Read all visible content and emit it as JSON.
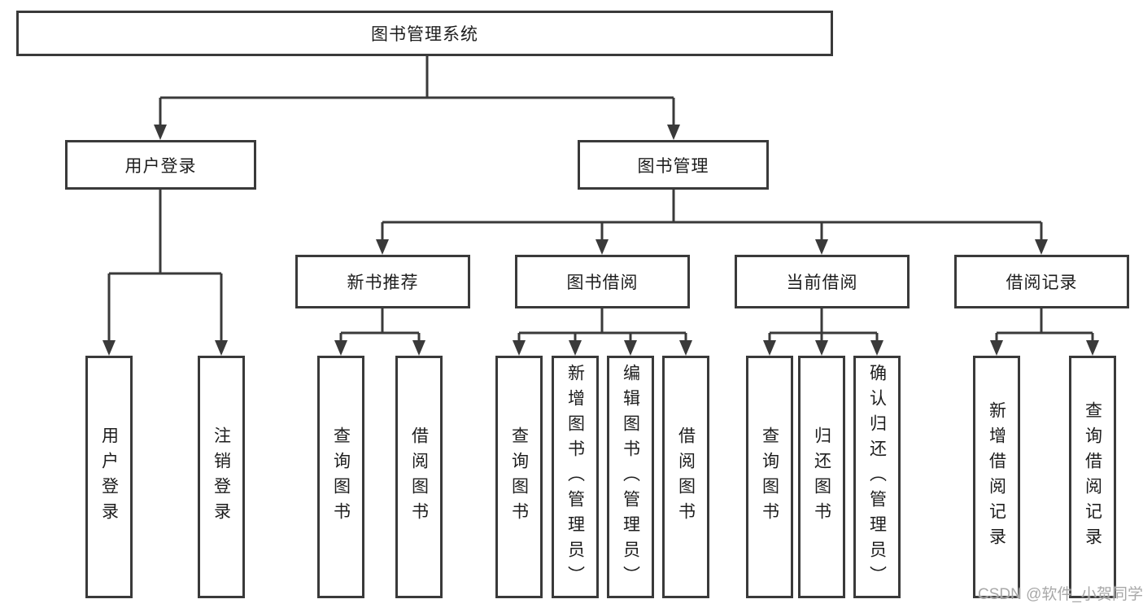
{
  "colors": {
    "line": "#3a3a3a",
    "box_border": "#3a3a3a",
    "text": "#1d1d1d",
    "background": "#ffffff",
    "watermark": "#9e9e9e"
  },
  "watermark": "CSDN @软件_小贺同学",
  "tree": {
    "root": "图书管理系统",
    "branches": [
      {
        "label": "用户登录",
        "children": [
          {
            "label": "用户登录"
          },
          {
            "label": "注销登录"
          }
        ]
      },
      {
        "label": "图书管理",
        "children": [
          {
            "label": "新书推荐",
            "children": [
              {
                "label": "查询图书"
              },
              {
                "label": "借阅图书"
              }
            ]
          },
          {
            "label": "图书借阅",
            "children": [
              {
                "label": "查询图书"
              },
              {
                "label": "新增图书（管理员）"
              },
              {
                "label": "编辑图书（管理员）"
              },
              {
                "label": "借阅图书"
              }
            ]
          },
          {
            "label": "当前借阅",
            "children": [
              {
                "label": "查询图书"
              },
              {
                "label": "归还图书"
              },
              {
                "label": "确认归还（管理员）"
              }
            ]
          },
          {
            "label": "借阅记录",
            "children": [
              {
                "label": "新增借阅记录"
              },
              {
                "label": "查询借阅记录"
              }
            ]
          }
        ]
      }
    ]
  }
}
